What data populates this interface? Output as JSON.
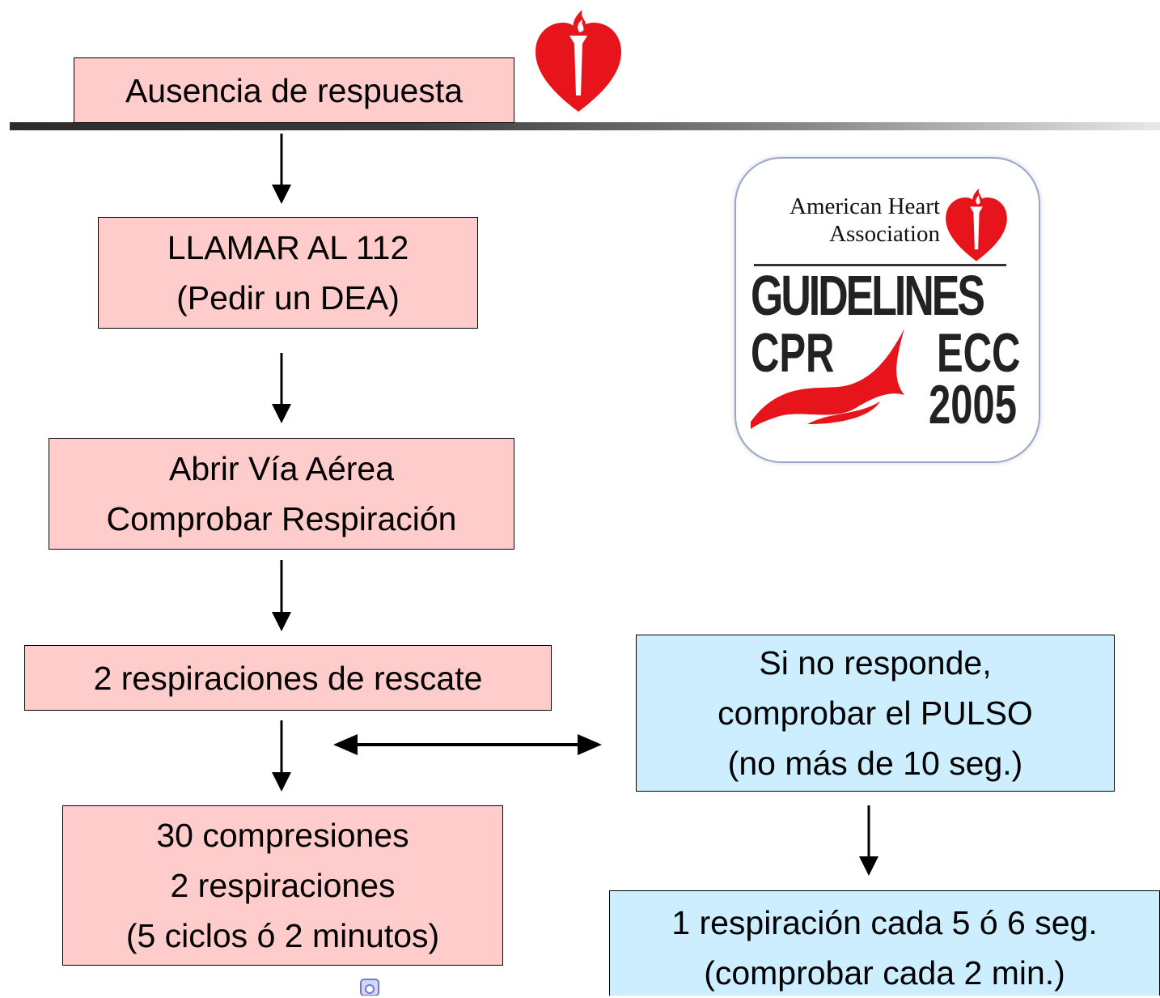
{
  "boxes": {
    "ausencia": "Ausencia de respuesta",
    "llamar": [
      "LLAMAR AL 112",
      "(Pedir un DEA)"
    ],
    "abrir": [
      "Abrir Vía Aérea",
      "Comprobar Respiración"
    ],
    "rescate": "2 respiraciones de rescate",
    "compresiones": [
      "30 compresiones",
      "2 respiraciones",
      "(5 ciclos ó 2 minutos)"
    ],
    "pulso": [
      "Si no responde,",
      "comprobar el PULSO",
      "(no más de 10 seg.)"
    ],
    "respiracion": [
      "1 respiración cada 5 ó 6 seg.",
      "(comprobar cada 2 min.)"
    ]
  },
  "aha_logo": {
    "name_line1": "American Heart",
    "name_line2": "Association",
    "guidelines": "GUIDELINES",
    "cpr": "CPR",
    "ecc": "ECC",
    "year": "2005"
  },
  "colors": {
    "pink_box": "#ffcccc",
    "blue_box": "#cceeff",
    "aha_red": "#e8141c"
  },
  "icons": [
    "heart-torch-icon",
    "heart-torch-icon",
    "flame-icon"
  ]
}
